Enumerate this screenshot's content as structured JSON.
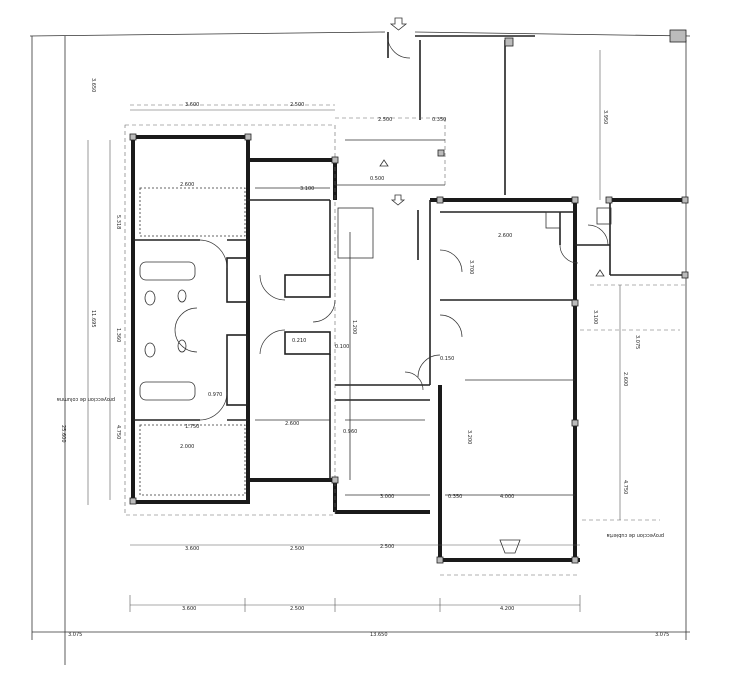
{
  "dimensions": {
    "top_row": [
      "3.600",
      "2.500",
      "2.500",
      "0.350"
    ],
    "bottom_row_1": [
      "3.600",
      "2.500",
      "2.500"
    ],
    "bottom_row_2": [
      "3.600",
      "2.500",
      "4.200"
    ],
    "overall_bottom": [
      "13.650",
      "3.075",
      "3.075"
    ],
    "left_vertical": [
      "5.318",
      "11.695",
      "4.750",
      "25.600",
      "3.650",
      "1.360"
    ],
    "right_vertical": [
      "3.950",
      "3.075",
      "4.750",
      "2.600",
      "3.100"
    ],
    "interior": [
      "2.600",
      "3.100",
      "0.970",
      "1.750",
      "2.600",
      "2.000",
      "3.000",
      "0.350",
      "3.700",
      "2.600",
      "4.000",
      "3.200",
      "1.200",
      "0.100",
      "0.960",
      "0.150",
      "0.210",
      "0.500"
    ]
  },
  "notes": {
    "left_projection": "proyeccion de columna",
    "right_projection": "proyeccion de cubierta"
  }
}
